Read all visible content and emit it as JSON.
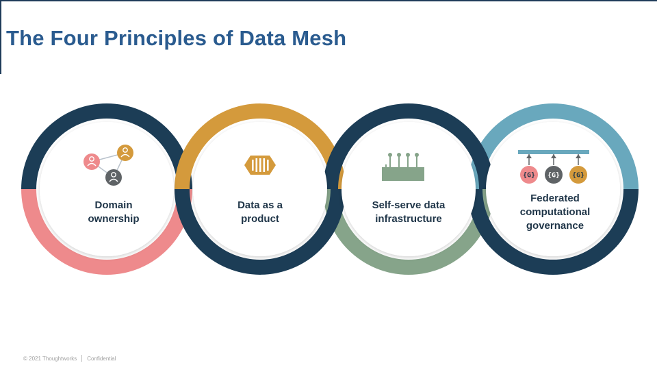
{
  "slide": {
    "title": "The Four Principles of Data Mesh"
  },
  "colors": {
    "navy": "#1c3d56",
    "pink": "#ee8a8c",
    "mustard": "#d49a3c",
    "sage": "#86a48a",
    "teal": "#69a8bd",
    "title_blue": "#2a5b8f",
    "text_dark": "#1f3548"
  },
  "principles": [
    {
      "line1": "Domain",
      "line2": "ownership",
      "icon": "people-network-icon"
    },
    {
      "line1": "Data as a",
      "line2": "product",
      "icon": "data-product-icon"
    },
    {
      "line1": "Self-serve data",
      "line2": "infrastructure",
      "icon": "platform-icon"
    },
    {
      "line1": "Federated",
      "line2": "computational",
      "line3": "governance",
      "icon": "governance-icon"
    }
  ],
  "governance_badges": [
    "{G}",
    "{G}",
    "{G}"
  ],
  "footer": {
    "copyright": "© 2021 Thoughtworks",
    "classification": "Confidential"
  }
}
